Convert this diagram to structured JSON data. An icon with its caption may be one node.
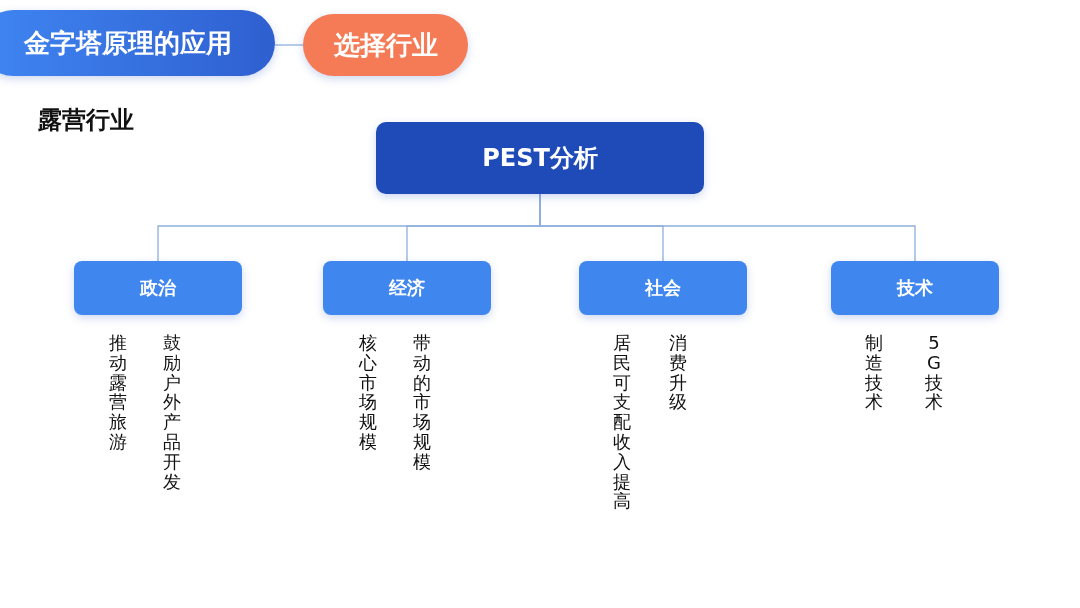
{
  "diagram": {
    "title": "露营行业",
    "nodes": [
      {
        "text": [
          "金字塔原理的应用"
        ]
      },
      {
        "text": [
          "选择行业"
        ]
      },
      {
        "text": [
          "PEST分析"
        ]
      },
      {
        "text": [
          "政治"
        ],
        "beside": [
          "推动露营旅游",
          "鼓励户外产品开发"
        ]
      },
      {
        "text": [
          "经济"
        ],
        "beside": [
          "核心市场规模",
          "带动的市场规模"
        ]
      },
      {
        "text": [
          "社会"
        ],
        "beside": [
          "居民可支配收入提高",
          "消费升级"
        ]
      },
      {
        "text": [
          "技术"
        ],
        "beside": [
          "制造技术",
          "5G技术"
        ]
      }
    ],
    "edges": [
      {
        "from": 0,
        "to": 1,
        "arrow": "none"
      },
      {
        "from": 2,
        "to": 3,
        "arrow": "none"
      },
      {
        "from": 2,
        "to": 4,
        "arrow": "none"
      },
      {
        "from": 2,
        "to": 5,
        "arrow": "none"
      },
      {
        "from": 2,
        "to": 6,
        "arrow": "none"
      }
    ]
  }
}
